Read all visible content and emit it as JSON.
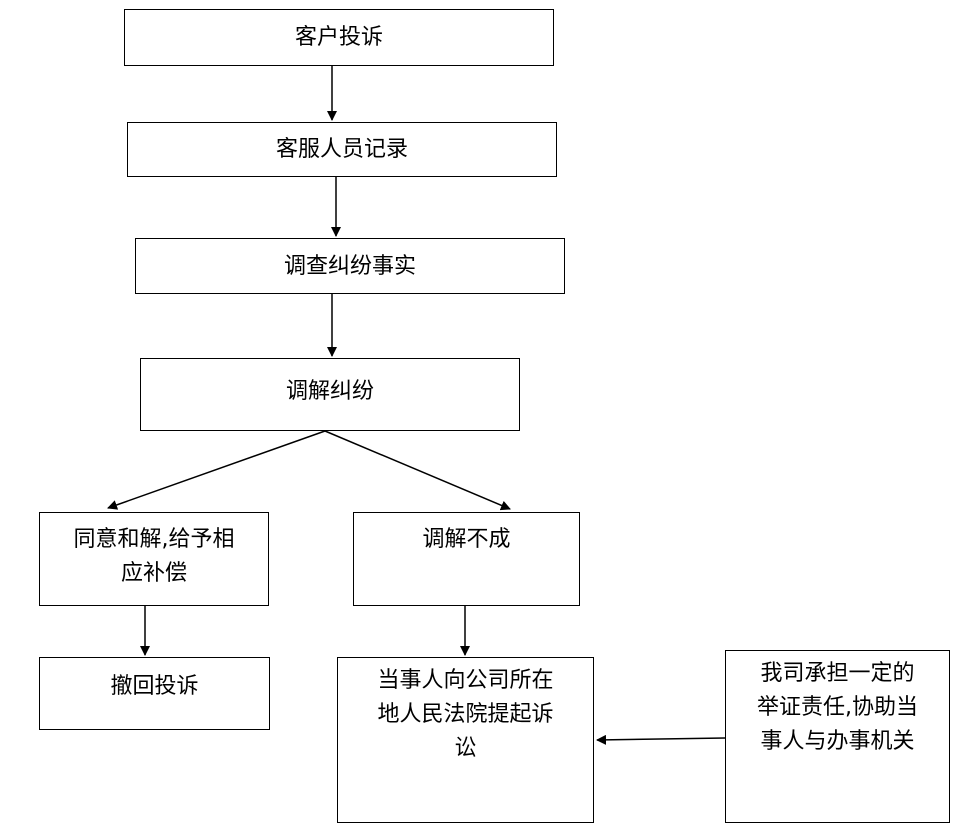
{
  "nodes": {
    "complaint": "客户投诉",
    "record": "客服人员记录",
    "investigate": "调查纠纷事实",
    "mediate": "调解纠纷",
    "agree_line1": "同意和解,给予相",
    "agree_line2": "应补偿",
    "fail": "调解不成",
    "withdraw": "撤回投诉",
    "lawsuit_line1": "当事人向公司所在",
    "lawsuit_line2": "地人民法院提起诉",
    "lawsuit_line3": "讼",
    "support_line1": "我司承担一定的",
    "support_line2": "举证责任,协助当",
    "support_line3": "事人与办事机关"
  },
  "colors": {
    "line": "#000000",
    "background": "#ffffff"
  }
}
